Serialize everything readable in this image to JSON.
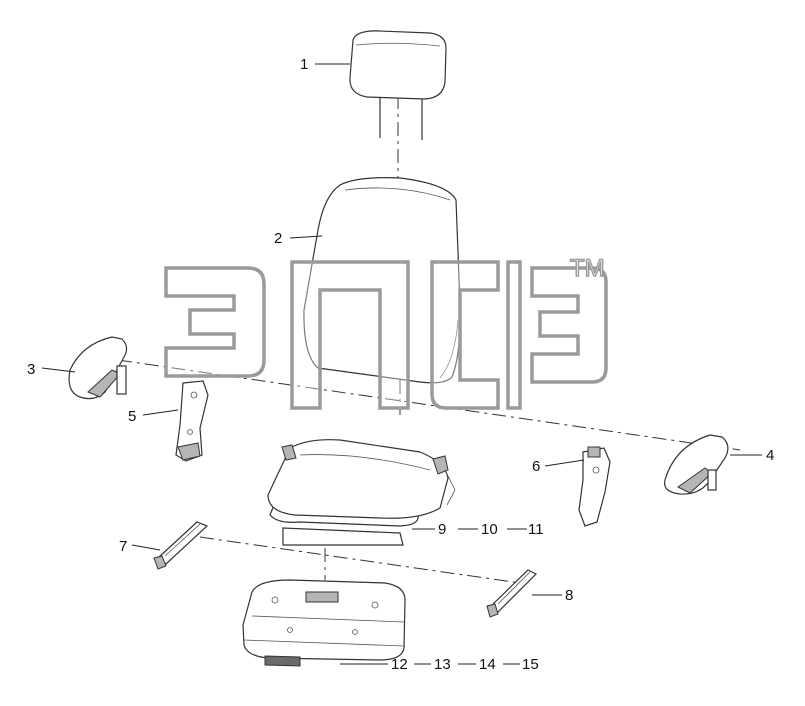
{
  "callouts": {
    "c1": "1",
    "c2": "2",
    "c3": "3",
    "c4": "4",
    "c5": "5",
    "c6": "6",
    "c7": "7",
    "c8": "8",
    "c9": "9",
    "c10": "10",
    "c11": "11",
    "c12": "12",
    "c13": "13",
    "c14": "14",
    "c15": "15"
  },
  "watermark": {
    "mark": "TM"
  },
  "colors": {
    "line": "#333333",
    "watermark_stroke": "#9a9a9a",
    "background": "#ffffff"
  }
}
